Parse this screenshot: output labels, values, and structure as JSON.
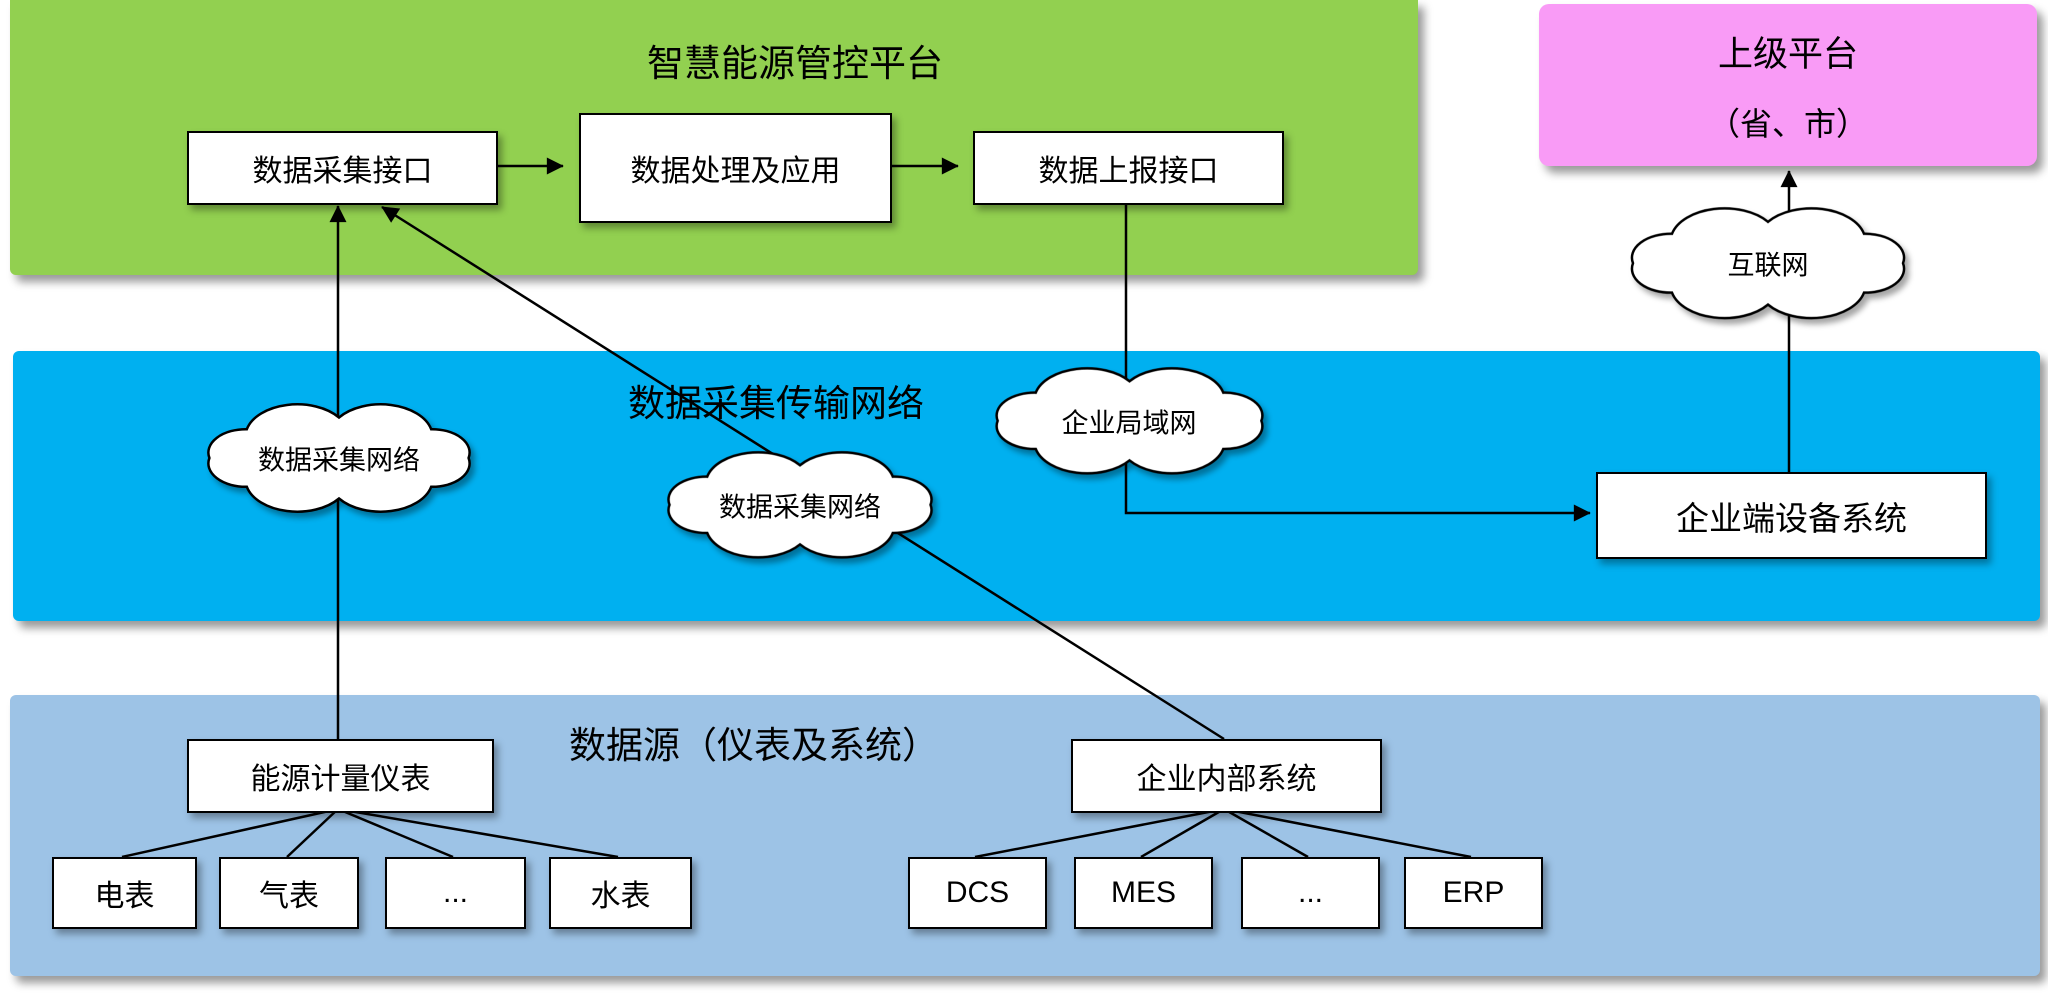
{
  "colors": {
    "green": "#92D050",
    "blue": "#00B0F0",
    "light_blue": "#9DC3E6",
    "pink": "#F99BF6"
  },
  "platform": {
    "title": "智慧能源管控平台",
    "collect_box": "数据采集接口",
    "process_box": "数据处理及应用",
    "report_box": "数据上报接口"
  },
  "superior": {
    "title": "上级平台",
    "subtitle": "（省、市）"
  },
  "network": {
    "title": "数据采集传输网络",
    "cloud_left": "数据采集网络",
    "cloud_mid": "数据采集网络",
    "cloud_lan": "企业局域网",
    "cloud_internet": "互联网",
    "device_box": "企业端设备系统"
  },
  "source": {
    "title": "数据源（仪表及系统）",
    "meter_box": "能源计量仪表",
    "system_box": "企业内部系统",
    "meters": [
      "电表",
      "气表",
      "...",
      "水表"
    ],
    "systems": [
      "DCS",
      "MES",
      "...",
      "ERP"
    ]
  }
}
